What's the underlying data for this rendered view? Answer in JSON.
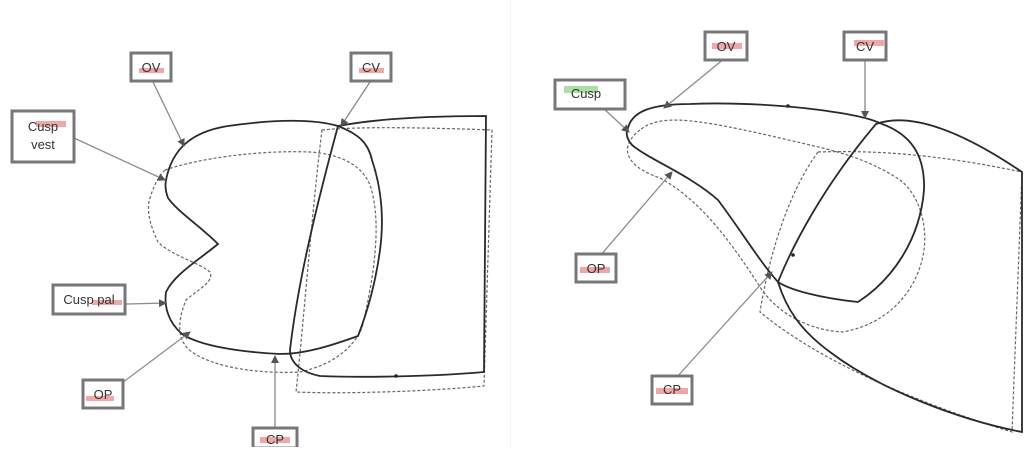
{
  "left_panel": {
    "labels": {
      "ov": "OV",
      "cv": "CV",
      "cusp_vest_line1": "Cusp",
      "cusp_vest_line2": "vest",
      "cusp_pal": "Cusp pal",
      "op": "OP",
      "cp": "CP"
    }
  },
  "right_panel": {
    "labels": {
      "ov": "OV",
      "cv": "CV",
      "cusp": "Cusp",
      "op": "OP",
      "cp": "CP"
    }
  },
  "colors": {
    "label_border": "#777777",
    "highlight_red": "#f2a6a6",
    "highlight_green": "#a8e0a0",
    "outline_solid": "#2a2a2a",
    "outline_dashed": "#666666",
    "leader_line": "#8a8a8a"
  }
}
